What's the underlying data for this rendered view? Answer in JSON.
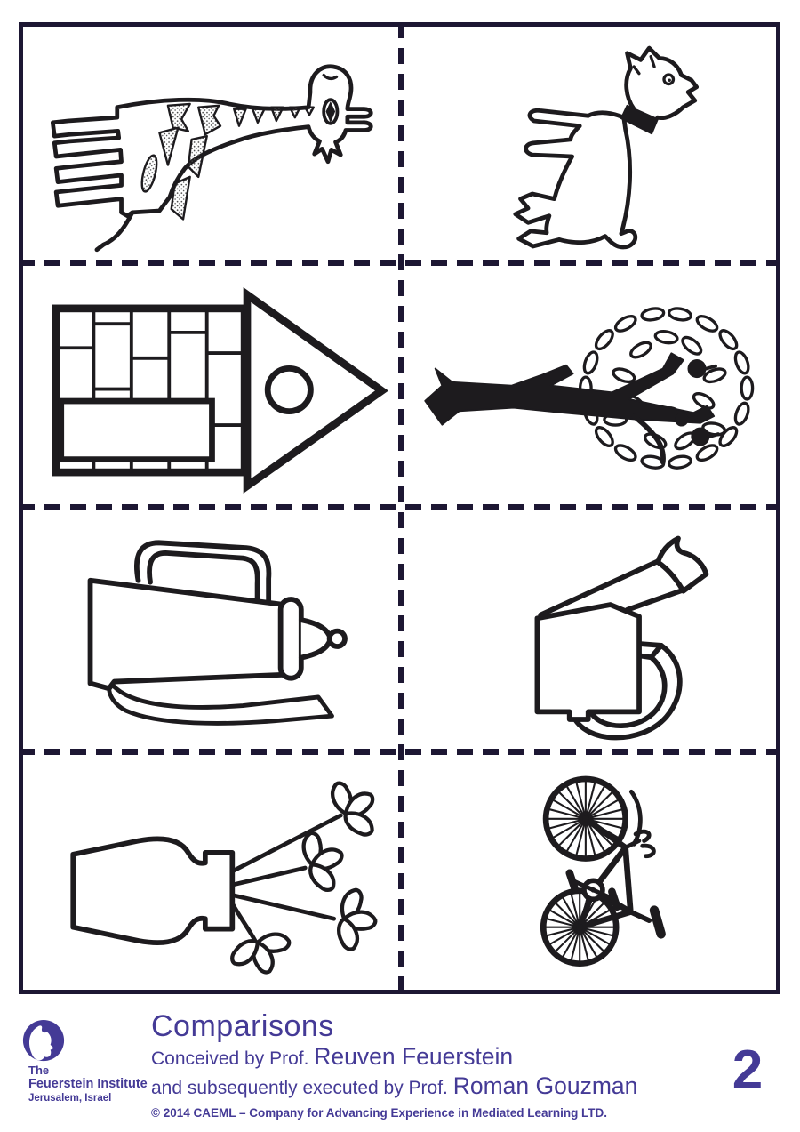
{
  "colors": {
    "accent_purple": "#443a96",
    "ink": "#1d1b1e",
    "frame_ink": "#1d1733",
    "background": "#ffffff"
  },
  "grid": {
    "rows": 4,
    "cols": 2,
    "divider_style": "dashed",
    "items": [
      {
        "row": 1,
        "col": 1,
        "name": "giraffe",
        "description": "outline giraffe with spotted patches, rotated 90 degrees (legs left, head right)"
      },
      {
        "row": 1,
        "col": 2,
        "name": "dog",
        "description": "outline dog with collar, rotated 90 degrees (head top-right)"
      },
      {
        "row": 2,
        "col": 1,
        "name": "birdhouse",
        "description": "brick house with triangular roof and round window, rotated 90 degrees (roof points right)"
      },
      {
        "row": 2,
        "col": 2,
        "name": "apple-tree",
        "description": "apple tree with black trunk and leafy crown, rotated 90 degrees (trunk points left)"
      },
      {
        "row": 3,
        "col": 1,
        "name": "kettle",
        "description": "tea kettle with handle and lid, rotated 90 degrees (lid right, spout below)"
      },
      {
        "row": 3,
        "col": 2,
        "name": "watering-can",
        "description": "watering can with flared spout and loop handle, rotated"
      },
      {
        "row": 4,
        "col": 1,
        "name": "vase-of-flowers",
        "description": "vase with four flowers on stems, rotated 90 degrees (flowers point right)"
      },
      {
        "row": 4,
        "col": 2,
        "name": "bicycle",
        "description": "spoked bicycle rotated 90 degrees (wheels stacked vertically)"
      }
    ]
  },
  "footer": {
    "logo": {
      "icon": "profile-silhouette-in-circle",
      "line1": "The",
      "line2": "Feuerstein Institute",
      "line3": "Jerusalem, Israel"
    },
    "title": "Comparisons",
    "credit1_prefix": "Conceived by Prof. ",
    "credit1_name": "Reuven Feuerstein",
    "credit2_prefix": "and subsequently executed by Prof. ",
    "credit2_name": "Roman Gouzman",
    "copyright": "© 2014 CAEML – Company for Advancing Experience in Mediated Learning LTD.",
    "page_number": "2"
  }
}
